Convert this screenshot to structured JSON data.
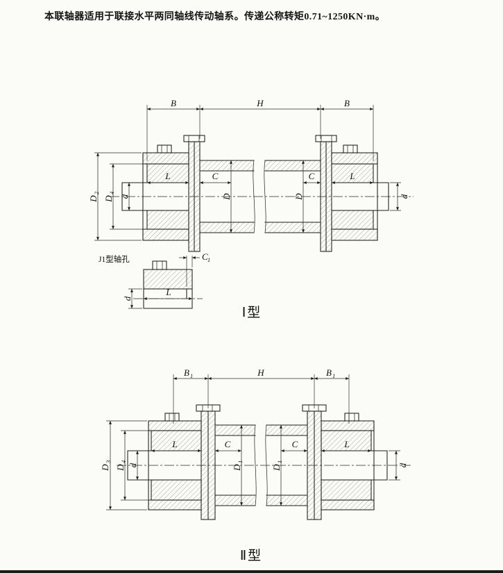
{
  "intro": "本联轴器适用于联接水平两同轴线传动轴系。传递公称转矩0.71~1250KN·m。",
  "t1": {
    "caption": "Ⅰ型",
    "dim_B_left": "B",
    "dim_H": "H",
    "dim_B_right": "B",
    "dim_L_left": "L",
    "dim_C_left": "C",
    "dim_D_left": "D",
    "dim_D_right": "D",
    "dim_C_right": "C",
    "dim_L_right": "L",
    "dim_D2_main": "D",
    "dim_D2_sub": "2",
    "dim_D4_main": "D",
    "dim_D4_sub": "4",
    "dim_d_left": "d",
    "dim_d_right": "d",
    "detail": {
      "title": "J1型轴孔",
      "dim_C1_main": "C",
      "dim_C1_sub": "1",
      "dim_L": "L",
      "dim_d": "d"
    }
  },
  "t2": {
    "caption": "Ⅱ型",
    "dim_B1_left_main": "B",
    "dim_B1_left_sub": "1",
    "dim_H": "H",
    "dim_B1_right_main": "B",
    "dim_B1_right_sub": "1",
    "dim_L_left": "L",
    "dim_C_left": "C",
    "dim_D1_left_main": "D",
    "dim_D1_left_sub": "1",
    "dim_D1_right_main": "D",
    "dim_D1_right_sub": "1",
    "dim_C_right": "C",
    "dim_L_right": "L",
    "dim_D3_main": "D",
    "dim_D3_sub": "3",
    "dim_D4_main": "D",
    "dim_D4_sub": "4",
    "dim_d_left": "d",
    "dim_d_right": "d"
  }
}
